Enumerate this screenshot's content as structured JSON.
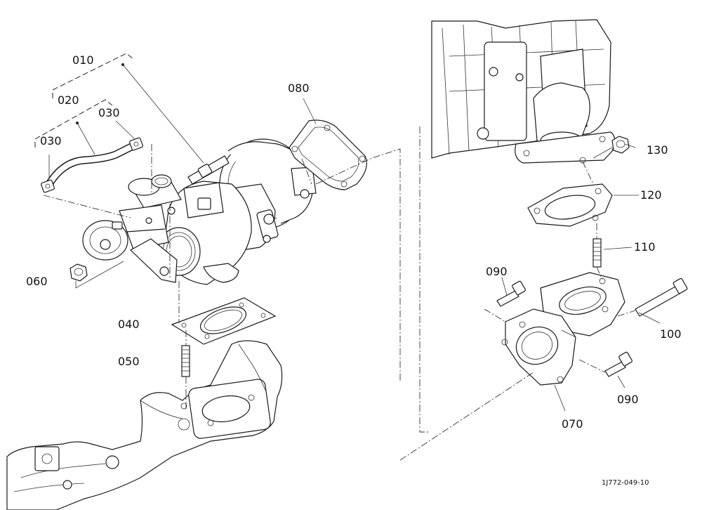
{
  "callouts": {
    "c010": "010",
    "c020": "020",
    "c030a": "030",
    "c030b": "030",
    "c040": "040",
    "c050": "050",
    "c060": "060",
    "c070": "070",
    "c080": "080",
    "c090a": "090",
    "c090b": "090",
    "c100": "100",
    "c110": "110",
    "c120": "120",
    "c130": "130"
  },
  "reference_code": "1J772-049-10"
}
